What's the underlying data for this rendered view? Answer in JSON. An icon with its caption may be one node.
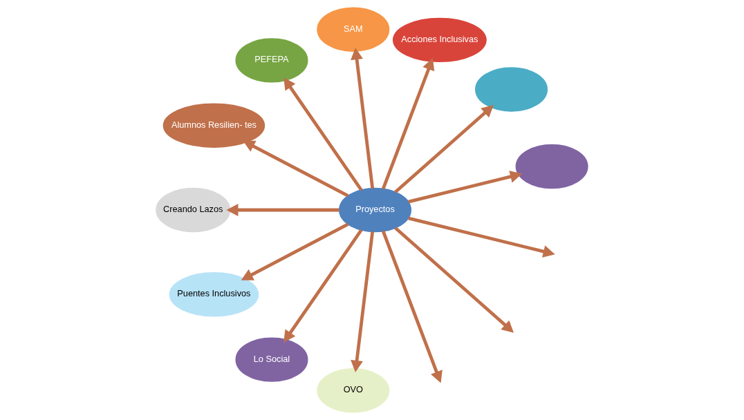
{
  "diagram": {
    "nodes": [
      {
        "text": [],
        "shape": "circle"
      },
      {
        "text": [],
        "shape": "circle"
      },
      {
        "text": [
          "Acciones Inclusivas"
        ]
      },
      {
        "text": [
          "SAM"
        ]
      },
      {
        "text": [
          "PEFEPA"
        ]
      },
      {
        "text": [
          "Alumnos Resilien- tes"
        ]
      },
      {
        "text": [
          "Proyectos"
        ]
      },
      {
        "text": [
          "Creando Lazos"
        ]
      },
      {
        "text": [
          "Puentes Inclusivos"
        ]
      },
      {
        "text": [
          "Lo Social"
        ]
      },
      {
        "text": [
          "OVO"
        ]
      }
    ],
    "edges": [
      {
        "from": 6,
        "to": null,
        "arrow": "to"
      },
      {
        "from": 6,
        "to": 1,
        "arrow": "to"
      },
      {
        "from": 6,
        "to": 3,
        "arrow": "to"
      },
      {
        "from": 6,
        "to": 5,
        "arrow": "to"
      },
      {
        "from": 6,
        "to": 8,
        "arrow": "to"
      },
      {
        "from": 6,
        "to": 10,
        "arrow": "to"
      },
      {
        "from": 6,
        "to": null,
        "arrow": "to"
      },
      {
        "from": 6,
        "to": null,
        "arrow": "to"
      },
      {
        "from": 6,
        "to": 9,
        "arrow": "to"
      },
      {
        "from": 6,
        "to": 7,
        "arrow": "to"
      },
      {
        "from": 6,
        "to": 4,
        "arrow": "to"
      },
      {
        "from": 6,
        "to": 2,
        "arrow": "to"
      },
      {
        "from": 6,
        "to": 0,
        "arrow": "to"
      }
    ]
  }
}
